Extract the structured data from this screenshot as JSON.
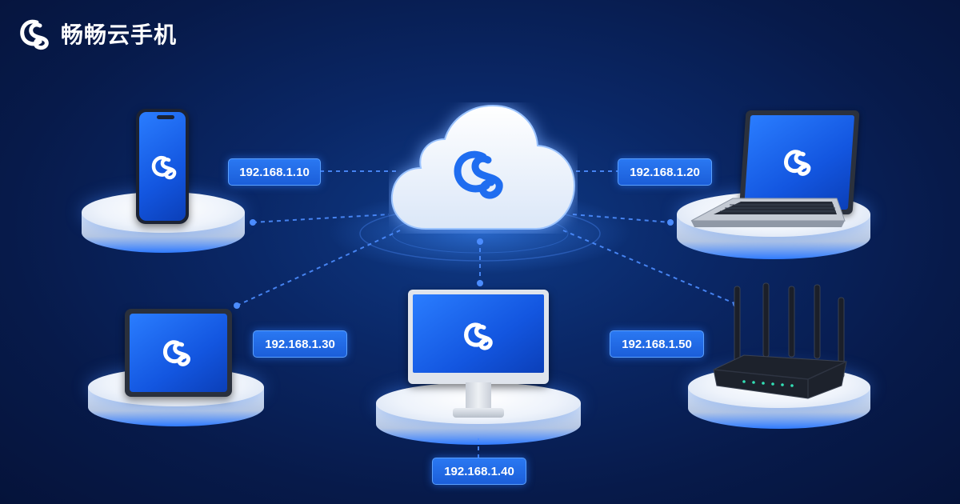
{
  "brand": {
    "name": "畅畅云手机",
    "logo_icon": "cc-loop-logo-icon"
  },
  "diagram": {
    "center_node": {
      "icon": "cloud-icon"
    },
    "devices": [
      {
        "id": "phone",
        "icon": "smartphone-icon",
        "ip": "192.168.1.10"
      },
      {
        "id": "laptop",
        "icon": "laptop-icon",
        "ip": "192.168.1.20"
      },
      {
        "id": "tablet",
        "icon": "tablet-icon",
        "ip": "192.168.1.30"
      },
      {
        "id": "desktop",
        "icon": "desktop-monitor-icon",
        "ip": "192.168.1.40"
      },
      {
        "id": "router",
        "icon": "wifi-router-icon",
        "ip": "192.168.1.50"
      }
    ]
  },
  "colors": {
    "background": "#0a2766",
    "accent": "#2a78f2",
    "label_border": "#5aa0ff",
    "link": "#4c8dff"
  }
}
